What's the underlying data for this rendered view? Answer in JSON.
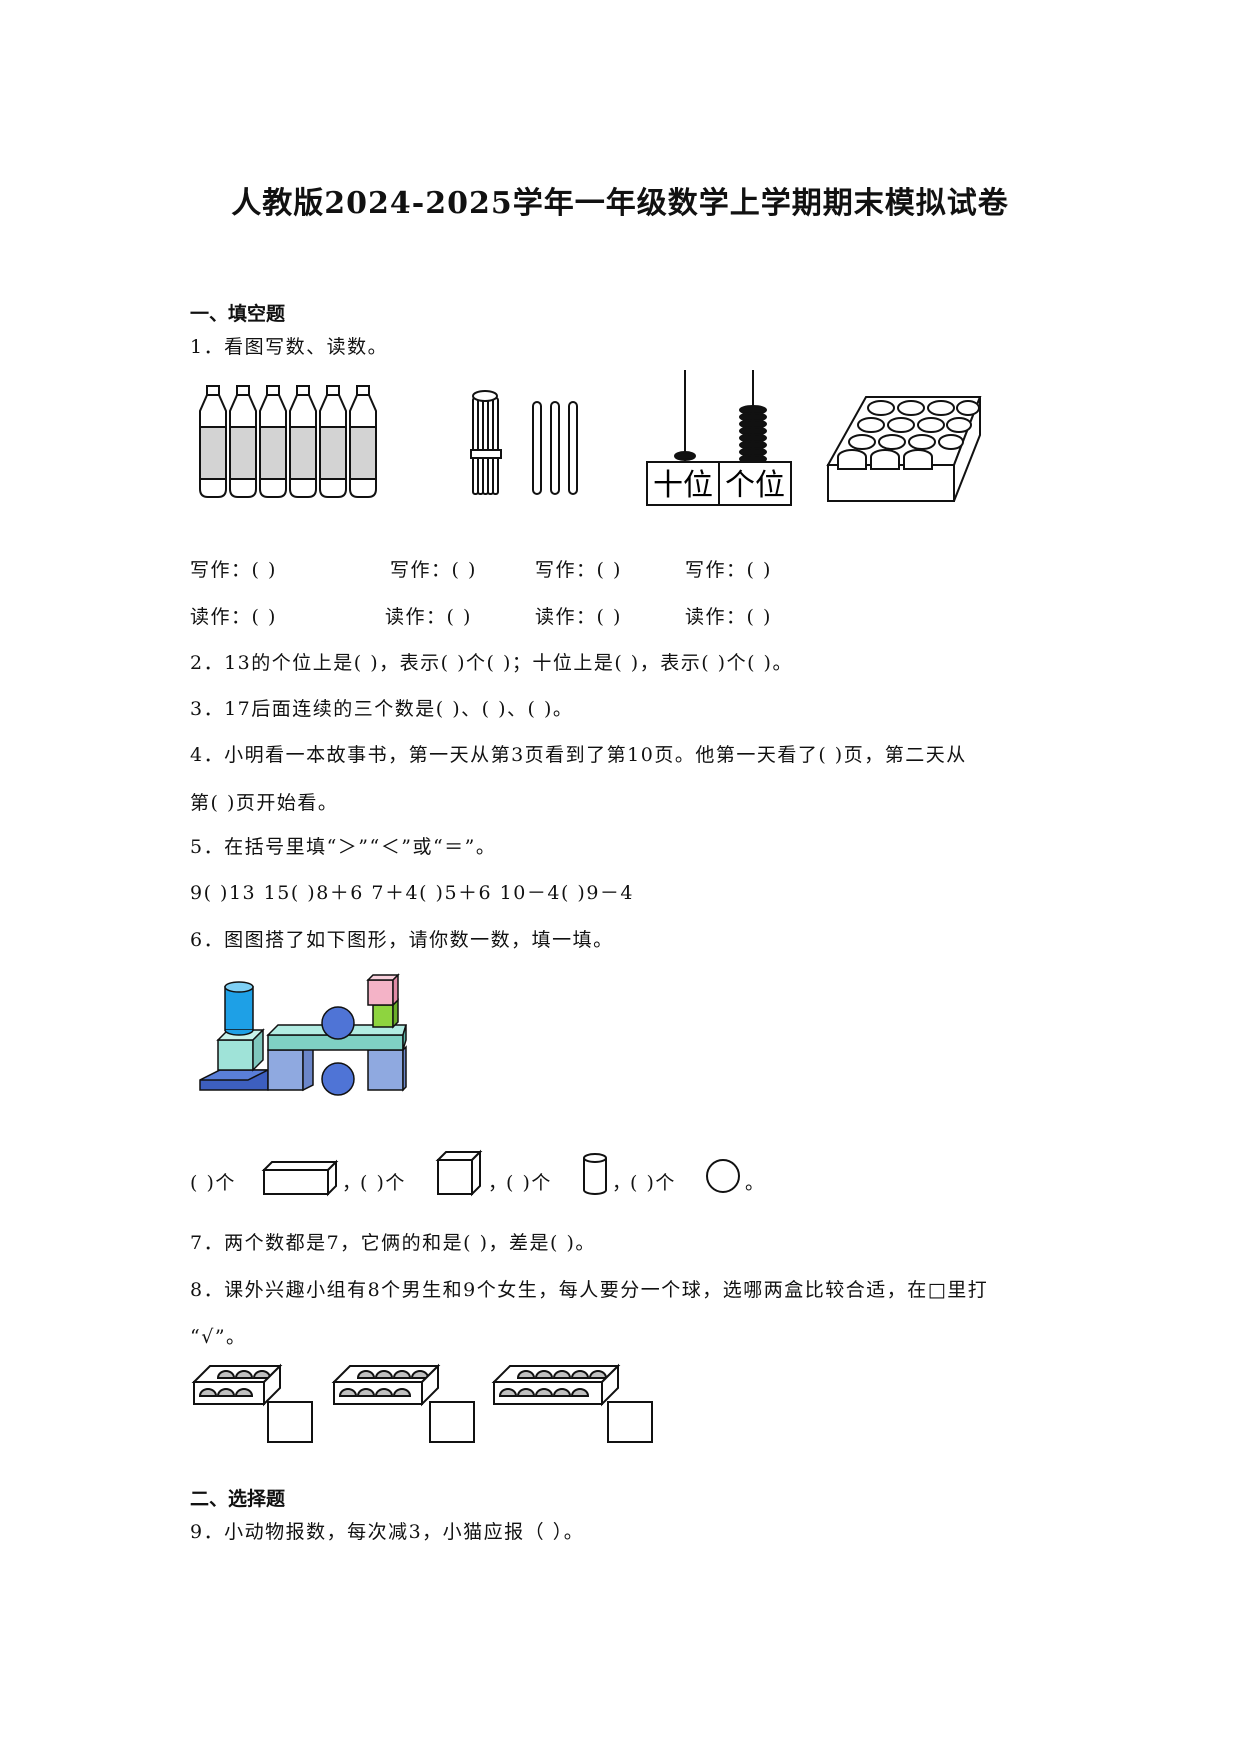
{
  "title": "人教版2024-2025学年一年级数学上学期期末模拟试卷",
  "section1": "一、填空题",
  "q1": "1．看图写数、读数。",
  "abacus": {
    "tens": "十位",
    "ones": "个位"
  },
  "write_label": "写作：(    )",
  "read_label": "读作：(    )",
  "q2": "2．13的个位上是(      )，表示(      )个(      )；十位上是(      )，表示(      )个(      )。",
  "q3": "3．17后面连续的三个数是(      )、(      )、(      )。",
  "q4a": "4．小明看一本故事书，第一天从第3页看到了第10页。他第一天看了(    )页，第二天从",
  "q4b": "第(    )页开始看。",
  "q5": "5．在括号里填“＞”“＜”或“＝”。",
  "q5_items": "9(      )13    15(      )8＋6    7＋4(      )5＋6    10－4(      )9－4",
  "q6": "6．图图搭了如下图形，请你数一数，填一填。",
  "q6_blank": "(    )个",
  "q6_sep": "，",
  "q6_end": "。",
  "q7": "7．两个数都是7，它俩的和是(    )，差是(    )。",
  "q8a": "8．课外兴趣小组有8个男生和9个女生，每人要分一个球，选哪两盒比较合适，在□里打",
  "q8b": "“√”。",
  "section2": "二、选择题",
  "q9": "9．小动物报数，每次减3，小猫应报（        ）。"
}
